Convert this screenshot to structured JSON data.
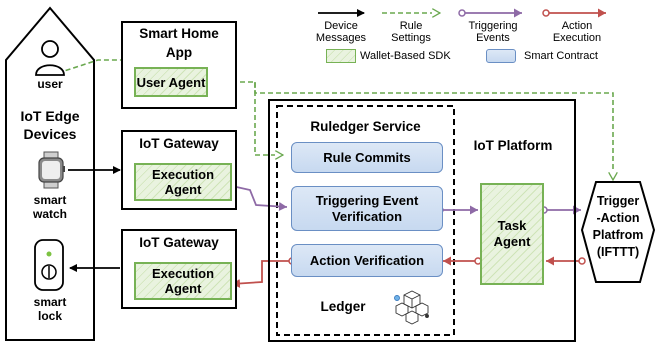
{
  "legend": {
    "device_messages": "Device\nMessages",
    "rule_settings": "Rule\nSettings",
    "triggering_events": "Triggering\nEvents",
    "action_execution": "Action\nExecution",
    "wallet_sdk": "Wallet-Based SDK",
    "smart_contract": "Smart Contract"
  },
  "edge": {
    "user": "user",
    "title_line1": "IoT Edge",
    "title_line2": "Devices",
    "watch_line1": "smart",
    "watch_line2": "watch",
    "lock_line1": "smart",
    "lock_line2": "lock"
  },
  "smart_home_app": {
    "title_line1": "Smart Home",
    "title_line2": "App",
    "agent": "User Agent"
  },
  "gateway_top": {
    "title": "IoT Gateway",
    "agent_line1": "Execution",
    "agent_line2": "Agent"
  },
  "gateway_bottom": {
    "title": "IoT Gateway",
    "agent_line1": "Execution",
    "agent_line2": "Agent"
  },
  "ruledger": {
    "title": "Ruledger Service",
    "rule_commits": "Rule Commits",
    "trigger_verify_line1": "Triggering Event",
    "trigger_verify_line2": "Verification",
    "action_verify": "Action Verification",
    "ledger": "Ledger"
  },
  "platform": {
    "title": "IoT Platform",
    "task_line1": "Task",
    "task_line2": "Agent"
  },
  "ifttt": {
    "line1": "Trigger",
    "line2": "-Action",
    "line3": "Platfrom",
    "line4": "(IFTTT)"
  },
  "colors": {
    "green": "#77b255",
    "purple": "#8e6aa6",
    "red": "#c0504d",
    "dash_green": "#6aa84f",
    "blue": "#6a8fc4"
  }
}
